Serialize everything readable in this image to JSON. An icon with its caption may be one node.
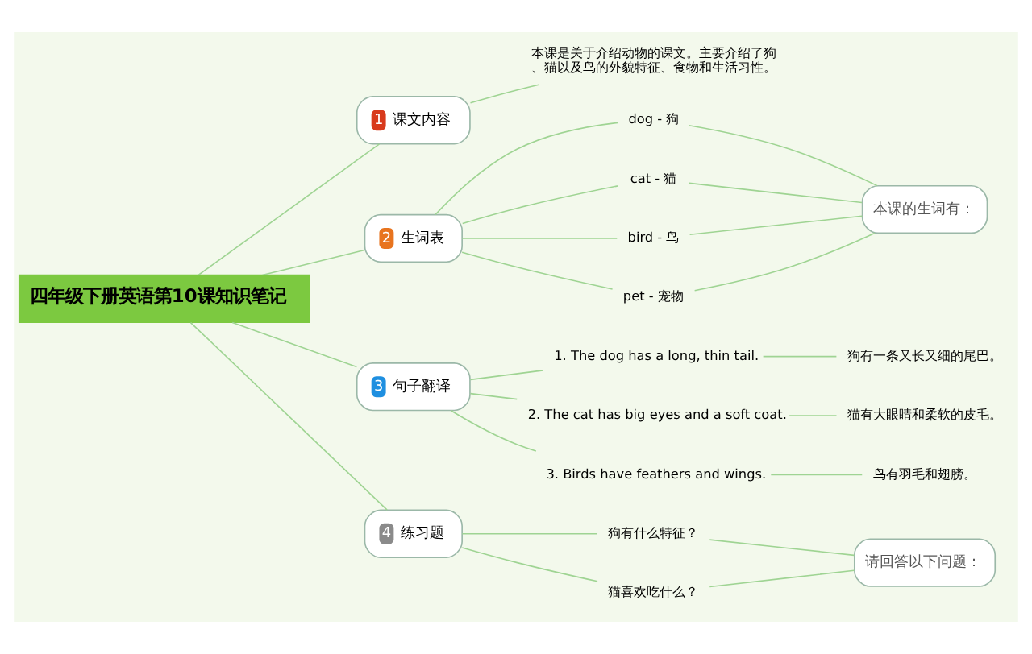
{
  "diagram": {
    "nodes": [
      {
        "text": [
          "四年级下册英语第10课知识笔记"
        ]
      },
      {
        "text": [
          "1",
          "课文内容"
        ]
      },
      {
        "text": [
          "本课是关于介绍动物的课文。主要介绍了狗、猫以及鸟的外貌特征、食物和生活习性。"
        ]
      },
      {
        "text": [
          "2",
          "生词表"
        ]
      },
      {
        "text": [
          "dog - 狗"
        ]
      },
      {
        "text": [
          "cat - 猫"
        ]
      },
      {
        "text": [
          "bird - 鸟"
        ]
      },
      {
        "text": [
          "pet - 宠物"
        ]
      },
      {
        "text": [
          "本课的生词有："
        ]
      },
      {
        "text": [
          "3",
          "句子翻译"
        ]
      },
      {
        "text": [
          "1. The dog has a long, thin tail."
        ]
      },
      {
        "text": [
          "2. The cat has big eyes and a soft coat."
        ]
      },
      {
        "text": [
          "3. Birds have feathers and wings."
        ]
      },
      {
        "text": [
          "狗有一条又长又细的尾巴。"
        ]
      },
      {
        "text": [
          "猫有大眼睛和柔软的皮毛。"
        ]
      },
      {
        "text": [
          "鸟有羽毛和翅膀。"
        ]
      },
      {
        "text": [
          "4",
          "练习题"
        ]
      },
      {
        "text": [
          "狗有什么特征？"
        ]
      },
      {
        "text": [
          "猫喜欢吃什么？"
        ]
      },
      {
        "text": [
          "请回答以下问题："
        ]
      }
    ],
    "edges": [
      {
        "from": 0,
        "to": 1,
        "arrow": "none"
      },
      {
        "from": 0,
        "to": 3,
        "arrow": "none"
      },
      {
        "from": 0,
        "to": 9,
        "arrow": "none"
      },
      {
        "from": 0,
        "to": 16,
        "arrow": "none"
      },
      {
        "from": 1,
        "to": 2,
        "arrow": "none"
      },
      {
        "from": 3,
        "to": 4,
        "arrow": "none"
      },
      {
        "from": 3,
        "to": 5,
        "arrow": "none"
      },
      {
        "from": 3,
        "to": 6,
        "arrow": "none"
      },
      {
        "from": 3,
        "to": 7,
        "arrow": "none"
      },
      {
        "from": 4,
        "to": 8,
        "arrow": "none"
      },
      {
        "from": 5,
        "to": 8,
        "arrow": "none"
      },
      {
        "from": 6,
        "to": 8,
        "arrow": "none"
      },
      {
        "from": 7,
        "to": 8,
        "arrow": "none"
      },
      {
        "from": 9,
        "to": 10,
        "arrow": "none"
      },
      {
        "from": 9,
        "to": 11,
        "arrow": "none"
      },
      {
        "from": 9,
        "to": 12,
        "arrow": "none"
      },
      {
        "from": 10,
        "to": 13,
        "arrow": "none"
      },
      {
        "from": 11,
        "to": 14,
        "arrow": "none"
      },
      {
        "from": 12,
        "to": 15,
        "arrow": "none"
      },
      {
        "from": 16,
        "to": 17,
        "arrow": "none"
      },
      {
        "from": 16,
        "to": 18,
        "arrow": "none"
      },
      {
        "from": 17,
        "to": 19,
        "arrow": "none"
      },
      {
        "from": 18,
        "to": 19,
        "arrow": "none"
      }
    ]
  }
}
